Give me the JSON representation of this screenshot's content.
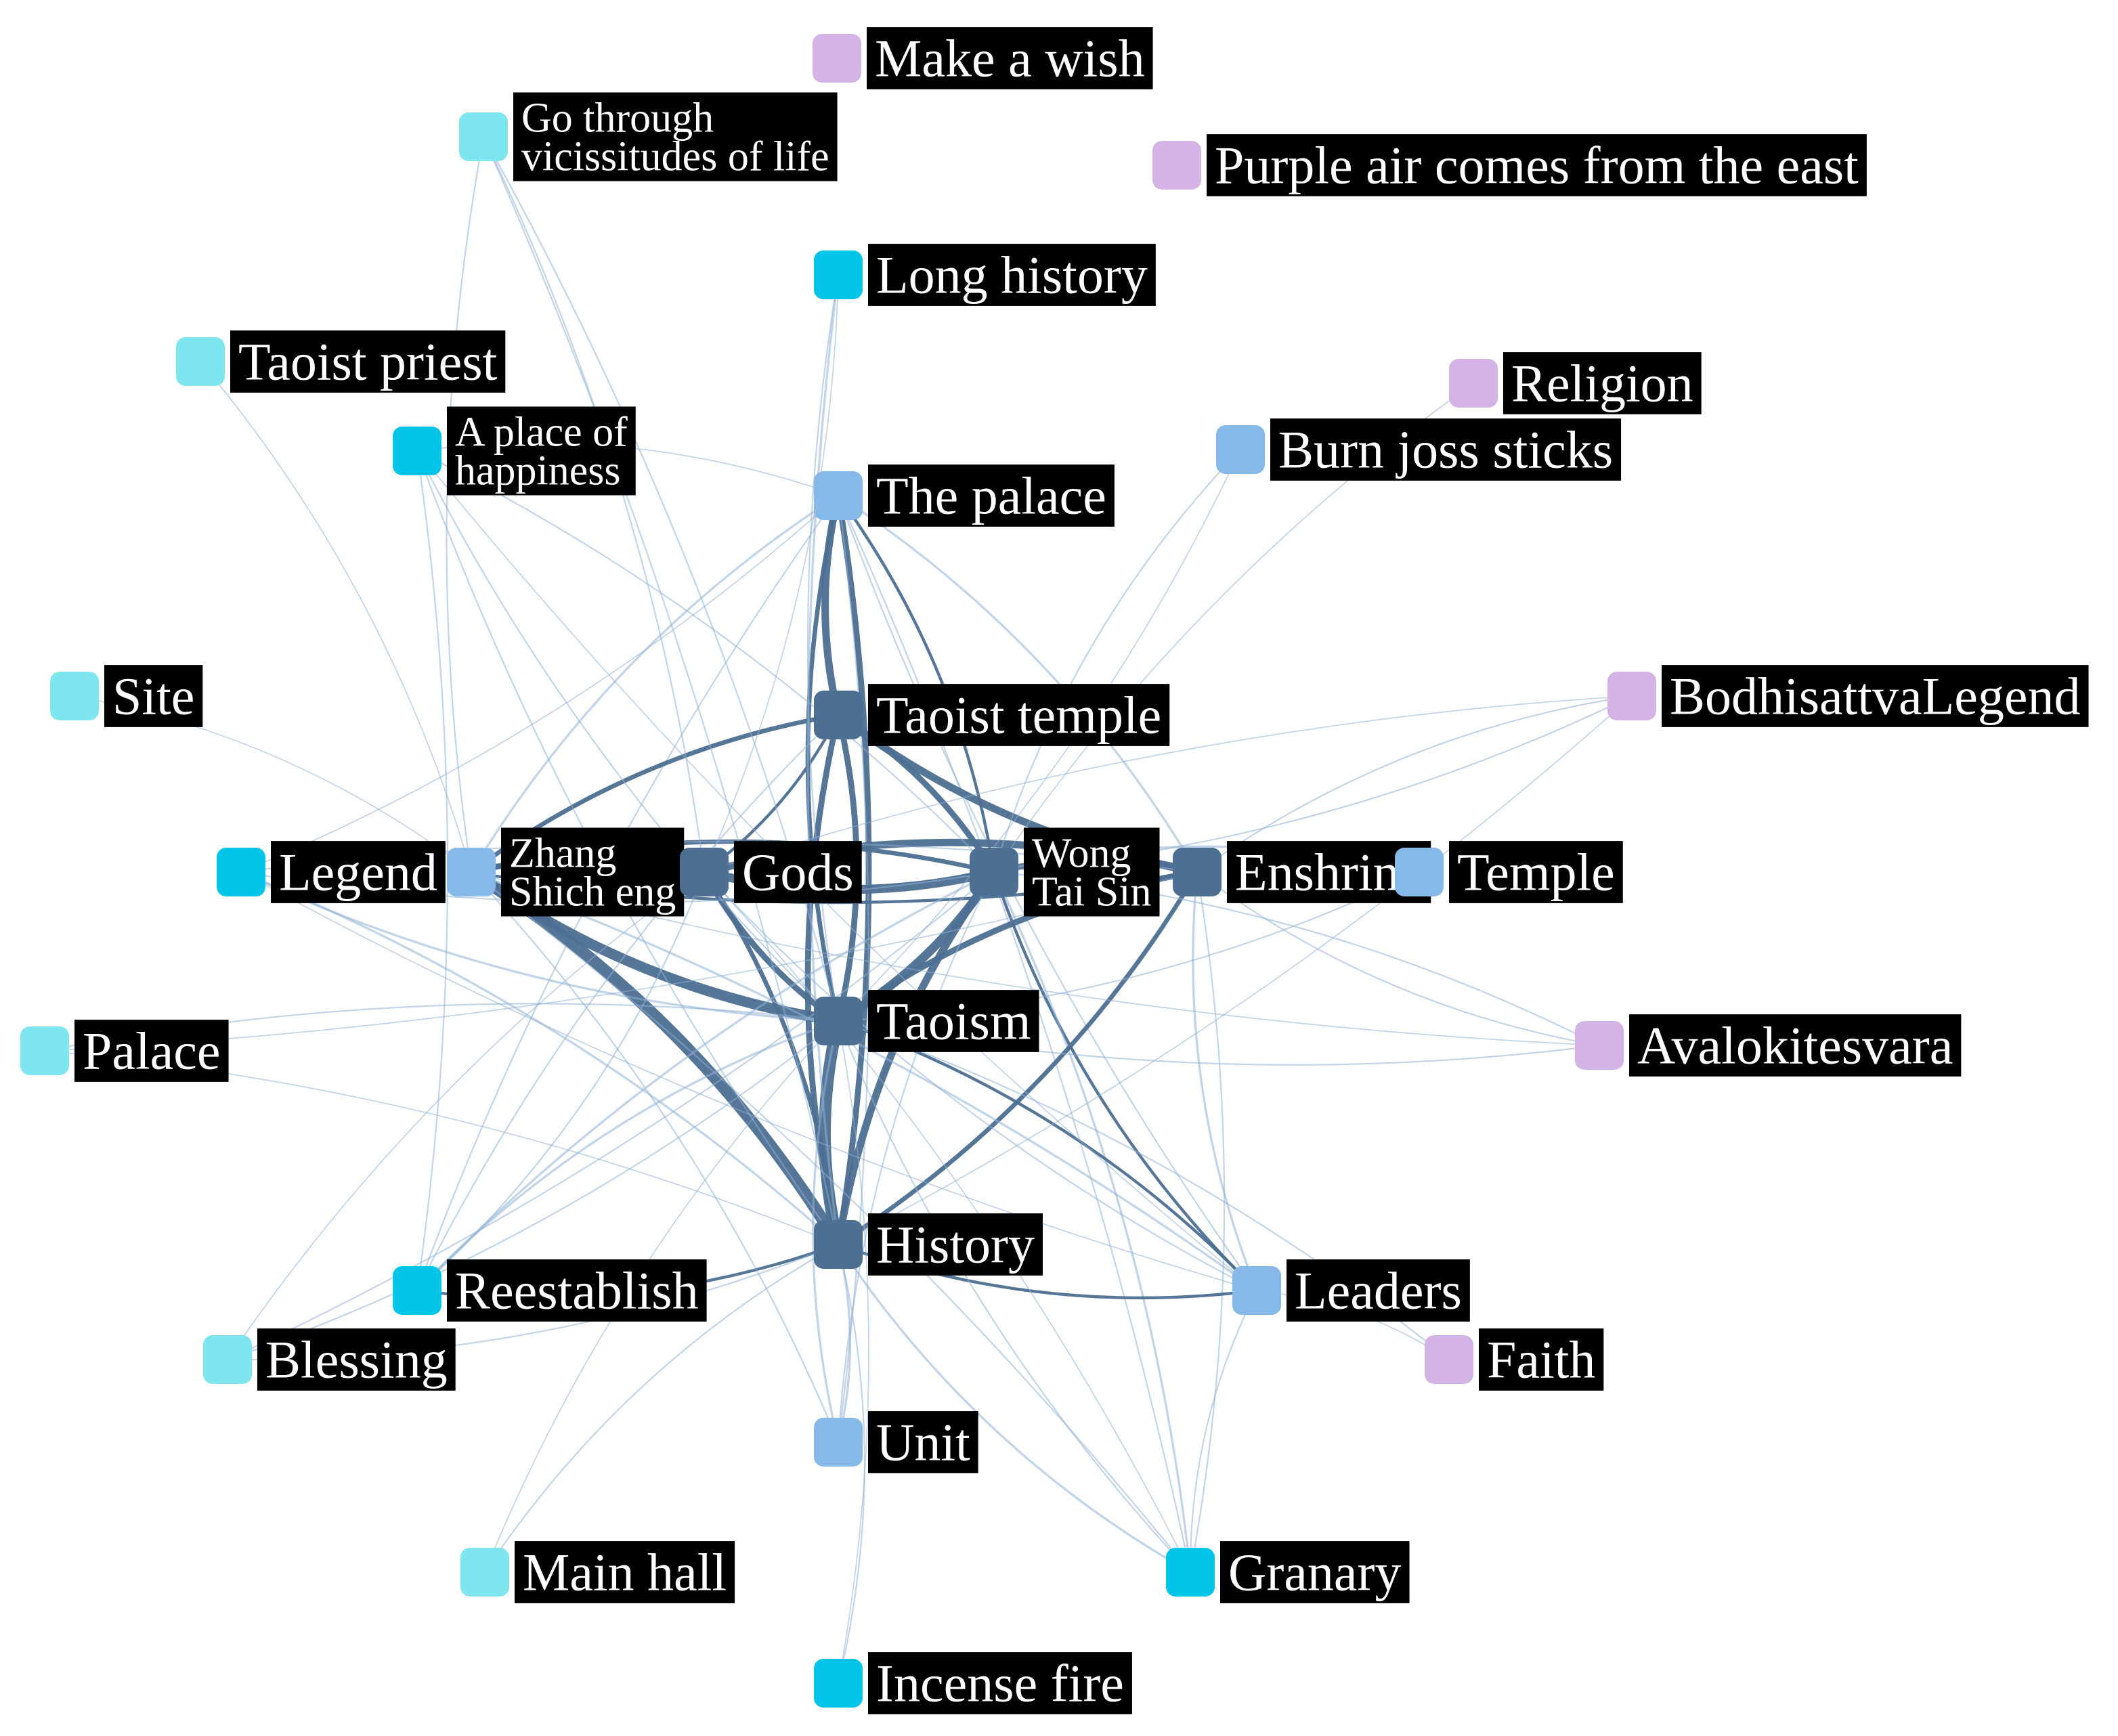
{
  "colors": {
    "core": "#4d6f92",
    "mid": "#86b9e8",
    "cyan": "#00c4e8",
    "light_cyan": "#7ee6ef",
    "purple": "#d4b3e6",
    "edge": "#4d6f92",
    "edge_light": "#8fb0d3",
    "label_bg": "#000000",
    "label_text": "#ffffff"
  },
  "nodes": [
    {
      "id": "make_wish",
      "lines": [
        "Make a wish"
      ],
      "group": "purple"
    },
    {
      "id": "go_through",
      "lines": [
        "Go through",
        "vicissitudes of life"
      ],
      "group": "light_cyan"
    },
    {
      "id": "purple_air",
      "lines": [
        "Purple air comes from the east"
      ],
      "group": "purple"
    },
    {
      "id": "long_history",
      "lines": [
        "Long history"
      ],
      "group": "cyan"
    },
    {
      "id": "taoist_priest",
      "lines": [
        "Taoist priest"
      ],
      "group": "light_cyan"
    },
    {
      "id": "religion",
      "lines": [
        "Religion"
      ],
      "group": "purple"
    },
    {
      "id": "place_happiness",
      "lines": [
        "A place of",
        "happiness"
      ],
      "group": "cyan"
    },
    {
      "id": "burn_joss",
      "lines": [
        "Burn joss sticks"
      ],
      "group": "mid"
    },
    {
      "id": "the_palace",
      "lines": [
        "The palace"
      ],
      "group": "mid"
    },
    {
      "id": "site",
      "lines": [
        "Site"
      ],
      "group": "light_cyan"
    },
    {
      "id": "bodhisattva",
      "lines": [
        "BodhisattvaLegend"
      ],
      "group": "purple"
    },
    {
      "id": "taoist_temple",
      "lines": [
        "Taoist temple"
      ],
      "group": "core"
    },
    {
      "id": "legend",
      "lines": [
        "Legend"
      ],
      "group": "cyan"
    },
    {
      "id": "zhang",
      "lines": [
        "Zhang",
        "Shich eng"
      ],
      "group": "mid"
    },
    {
      "id": "gods",
      "lines": [
        "Gods"
      ],
      "group": "core"
    },
    {
      "id": "wong",
      "lines": [
        "Wong",
        "Tai Sin"
      ],
      "group": "core"
    },
    {
      "id": "enshrine",
      "lines": [
        "Enshrine"
      ],
      "group": "core"
    },
    {
      "id": "temple",
      "lines": [
        "Temple"
      ],
      "group": "mid"
    },
    {
      "id": "taoism",
      "lines": [
        "Taoism"
      ],
      "group": "core"
    },
    {
      "id": "palace",
      "lines": [
        "Palace"
      ],
      "group": "light_cyan"
    },
    {
      "id": "avalokitesvara",
      "lines": [
        "Avalokitesvara"
      ],
      "group": "purple"
    },
    {
      "id": "history",
      "lines": [
        "History"
      ],
      "group": "core"
    },
    {
      "id": "reestablish",
      "lines": [
        "Reestablish"
      ],
      "group": "cyan"
    },
    {
      "id": "leaders",
      "lines": [
        "Leaders"
      ],
      "group": "mid"
    },
    {
      "id": "blessing",
      "lines": [
        "Blessing"
      ],
      "group": "light_cyan"
    },
    {
      "id": "faith",
      "lines": [
        "Faith"
      ],
      "group": "purple"
    },
    {
      "id": "unit",
      "lines": [
        "Unit"
      ],
      "group": "mid"
    },
    {
      "id": "main_hall",
      "lines": [
        "Main hall"
      ],
      "group": "light_cyan"
    },
    {
      "id": "granary",
      "lines": [
        "Granary"
      ],
      "group": "cyan"
    },
    {
      "id": "incense_fire",
      "lines": [
        "Incense fire"
      ],
      "group": "cyan"
    }
  ],
  "edges": [
    {
      "s": "the_palace",
      "t": "taoist_temple",
      "w": 5
    },
    {
      "s": "the_palace",
      "t": "history",
      "w": 4
    },
    {
      "s": "the_palace",
      "t": "taoism",
      "w": 3
    },
    {
      "s": "the_palace",
      "t": "wong",
      "w": 2
    },
    {
      "s": "the_palace",
      "t": "zhang",
      "w": 1.5
    },
    {
      "s": "the_palace",
      "t": "enshrine",
      "w": 1.5
    },
    {
      "s": "the_palace",
      "t": "leaders",
      "w": 1
    },
    {
      "s": "the_palace",
      "t": "granary",
      "w": 1
    },
    {
      "s": "the_palace",
      "t": "reestablish",
      "w": 1
    },
    {
      "s": "the_palace",
      "t": "legend",
      "w": 0.8
    },
    {
      "s": "the_palace",
      "t": "place_happiness",
      "w": 0.8
    },
    {
      "s": "the_palace",
      "t": "unit",
      "w": 1
    },
    {
      "s": "taoist_temple",
      "t": "enshrine",
      "w": 5
    },
    {
      "s": "taoist_temple",
      "t": "wong",
      "w": 4
    },
    {
      "s": "taoist_temple",
      "t": "history",
      "w": 4
    },
    {
      "s": "taoist_temple",
      "t": "taoism",
      "w": 4
    },
    {
      "s": "taoist_temple",
      "t": "zhang",
      "w": 3
    },
    {
      "s": "taoist_temple",
      "t": "gods",
      "w": 2
    },
    {
      "s": "gods",
      "t": "wong",
      "w": 6
    },
    {
      "s": "gods",
      "t": "enshrine",
      "w": 5
    },
    {
      "s": "gods",
      "t": "taoism",
      "w": 4
    },
    {
      "s": "gods",
      "t": "history",
      "w": 3
    },
    {
      "s": "gods",
      "t": "zhang",
      "w": 4
    },
    {
      "s": "zhang",
      "t": "history",
      "w": 8
    },
    {
      "s": "zhang",
      "t": "taoism",
      "w": 7
    },
    {
      "s": "zhang",
      "t": "wong",
      "w": 3
    },
    {
      "s": "zhang",
      "t": "enshrine",
      "w": 2
    },
    {
      "s": "wong",
      "t": "taoism",
      "w": 6
    },
    {
      "s": "wong",
      "t": "history",
      "w": 5
    },
    {
      "s": "wong",
      "t": "enshrine",
      "w": 4
    },
    {
      "s": "wong",
      "t": "leaders",
      "w": 2
    },
    {
      "s": "wong",
      "t": "granary",
      "w": 1.5
    },
    {
      "s": "enshrine",
      "t": "taoism",
      "w": 4
    },
    {
      "s": "enshrine",
      "t": "history",
      "w": 3
    },
    {
      "s": "enshrine",
      "t": "leaders",
      "w": 1.5
    },
    {
      "s": "enshrine",
      "t": "bodhisattva",
      "w": 1
    },
    {
      "s": "enshrine",
      "t": "avalokitesvara",
      "w": 1
    },
    {
      "s": "enshrine",
      "t": "granary",
      "w": 1
    },
    {
      "s": "taoism",
      "t": "history",
      "w": 8
    },
    {
      "s": "taoism",
      "t": "leaders",
      "w": 2
    },
    {
      "s": "taoism",
      "t": "avalokitesvara",
      "w": 1
    },
    {
      "s": "taoism",
      "t": "faith",
      "w": 1
    },
    {
      "s": "taoism",
      "t": "unit",
      "w": 1.5
    },
    {
      "s": "taoism",
      "t": "legend",
      "w": 1.5
    },
    {
      "s": "taoism",
      "t": "palace",
      "w": 1
    },
    {
      "s": "taoism",
      "t": "blessing",
      "w": 1
    },
    {
      "s": "taoism",
      "t": "reestablish",
      "w": 1.5
    },
    {
      "s": "history",
      "t": "reestablish",
      "w": 2
    },
    {
      "s": "history",
      "t": "leaders",
      "w": 2
    },
    {
      "s": "history",
      "t": "unit",
      "w": 1.5
    },
    {
      "s": "history",
      "t": "granary",
      "w": 1.5
    },
    {
      "s": "history",
      "t": "incense_fire",
      "w": 1
    },
    {
      "s": "history",
      "t": "main_hall",
      "w": 1
    },
    {
      "s": "history",
      "t": "blessing",
      "w": 1
    },
    {
      "s": "history",
      "t": "legend",
      "w": 1.5
    },
    {
      "s": "history",
      "t": "long_history",
      "w": 1.5
    },
    {
      "s": "history",
      "t": "go_through",
      "w": 1
    },
    {
      "s": "go_through",
      "t": "taoism",
      "w": 1
    },
    {
      "s": "go_through",
      "t": "zhang",
      "w": 1
    },
    {
      "s": "go_through",
      "t": "gods",
      "w": 1
    },
    {
      "s": "place_happiness",
      "t": "taoism",
      "w": 1
    },
    {
      "s": "place_happiness",
      "t": "wong",
      "w": 1
    },
    {
      "s": "place_happiness",
      "t": "history",
      "w": 1
    },
    {
      "s": "place_happiness",
      "t": "reestablish",
      "w": 1
    },
    {
      "s": "place_happiness",
      "t": "leaders",
      "w": 0.8
    },
    {
      "s": "taoist_priest",
      "t": "zhang",
      "w": 0.8
    },
    {
      "s": "long_history",
      "t": "taoism",
      "w": 1
    },
    {
      "s": "long_history",
      "t": "gods",
      "w": 0.8
    },
    {
      "s": "burn_joss",
      "t": "wong",
      "w": 1
    },
    {
      "s": "burn_joss",
      "t": "taoism",
      "w": 0.8
    },
    {
      "s": "religion",
      "t": "wong",
      "w": 0.8
    },
    {
      "s": "bodhisattva",
      "t": "wong",
      "w": 1
    },
    {
      "s": "bodhisattva",
      "t": "gods",
      "w": 0.8
    },
    {
      "s": "bodhisattva",
      "t": "history",
      "w": 0.8
    },
    {
      "s": "avalokitesvara",
      "t": "wong",
      "w": 1
    },
    {
      "s": "avalokitesvara",
      "t": "zhang",
      "w": 0.8
    },
    {
      "s": "temple",
      "t": "wong",
      "w": 1.5
    },
    {
      "s": "temple",
      "t": "taoism",
      "w": 1
    },
    {
      "s": "legend",
      "t": "wong",
      "w": 1
    },
    {
      "s": "legend",
      "t": "enshrine",
      "w": 1
    },
    {
      "s": "legend",
      "t": "leaders",
      "w": 0.8
    },
    {
      "s": "palace",
      "t": "history",
      "w": 0.8
    },
    {
      "s": "palace",
      "t": "enshrine",
      "w": 0.8
    },
    {
      "s": "reestablish",
      "t": "wong",
      "w": 1.5
    },
    {
      "s": "reestablish",
      "t": "gods",
      "w": 1
    },
    {
      "s": "reestablish",
      "t": "taoist_temple",
      "w": 1
    },
    {
      "s": "blessing",
      "t": "wong",
      "w": 1
    },
    {
      "s": "blessing",
      "t": "gods",
      "w": 0.8
    },
    {
      "s": "leaders",
      "t": "zhang",
      "w": 1.5
    },
    {
      "s": "leaders",
      "t": "gods",
      "w": 1
    },
    {
      "s": "leaders",
      "t": "granary",
      "w": 1
    },
    {
      "s": "leaders",
      "t": "faith",
      "w": 0.8
    },
    {
      "s": "granary",
      "t": "zhang",
      "w": 1
    },
    {
      "s": "granary",
      "t": "taoism",
      "w": 1
    },
    {
      "s": "granary",
      "t": "gods",
      "w": 0.8
    },
    {
      "s": "unit",
      "t": "wong",
      "w": 1
    },
    {
      "s": "unit",
      "t": "zhang",
      "w": 1
    },
    {
      "s": "main_hall",
      "t": "taoism",
      "w": 0.8
    },
    {
      "s": "incense_fire",
      "t": "taoism",
      "w": 0.8
    },
    {
      "s": "site",
      "t": "zhang",
      "w": 0.6
    }
  ]
}
